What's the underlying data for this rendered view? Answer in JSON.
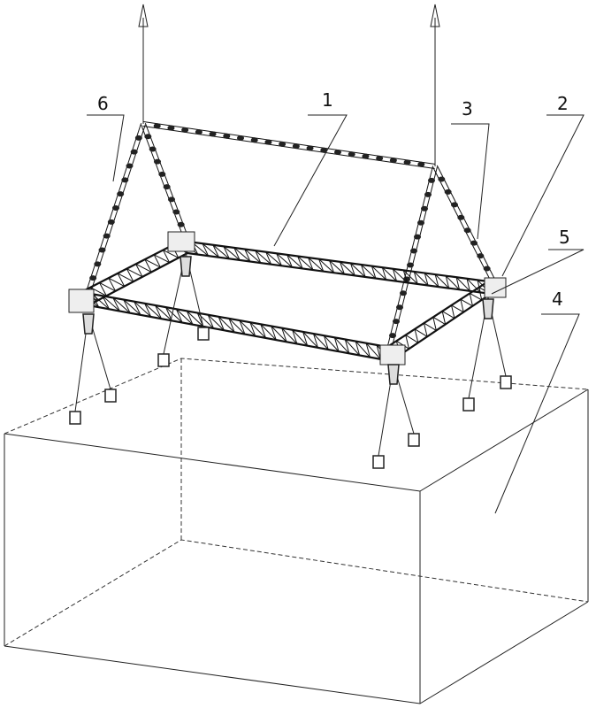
{
  "figure": {
    "labels": {
      "l1": "1",
      "l2": "2",
      "l3": "3",
      "l4": "4",
      "l5": "5",
      "l6": "6"
    },
    "colors": {
      "ink": "#111111",
      "background": "#ffffff"
    }
  }
}
